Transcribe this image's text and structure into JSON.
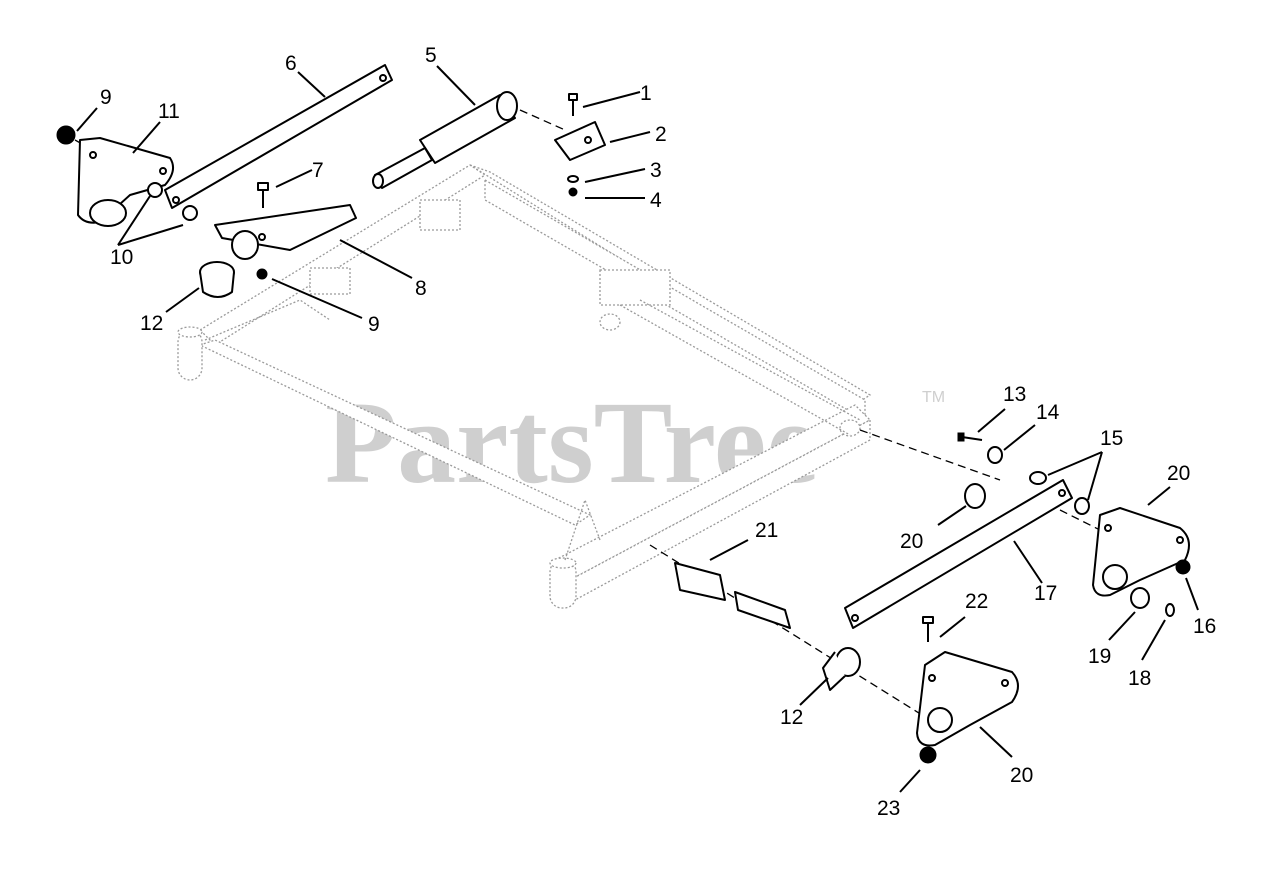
{
  "watermark": {
    "text": "PartsTree",
    "trademark": "TM"
  },
  "callouts": {
    "c1": "1",
    "c2": "2",
    "c3": "3",
    "c4": "4",
    "c5": "5",
    "c6": "6",
    "c7": "7",
    "c8": "8",
    "c9a": "9",
    "c9b": "9",
    "c10": "10",
    "c11": "11",
    "c12a": "12",
    "c12b": "12",
    "c13": "13",
    "c14": "14",
    "c15": "15",
    "c16": "16",
    "c17": "17",
    "c18": "18",
    "c19": "19",
    "c20a": "20",
    "c20b": "20",
    "c20c": "20",
    "c21": "21",
    "c22": "22",
    "c23": "23"
  }
}
